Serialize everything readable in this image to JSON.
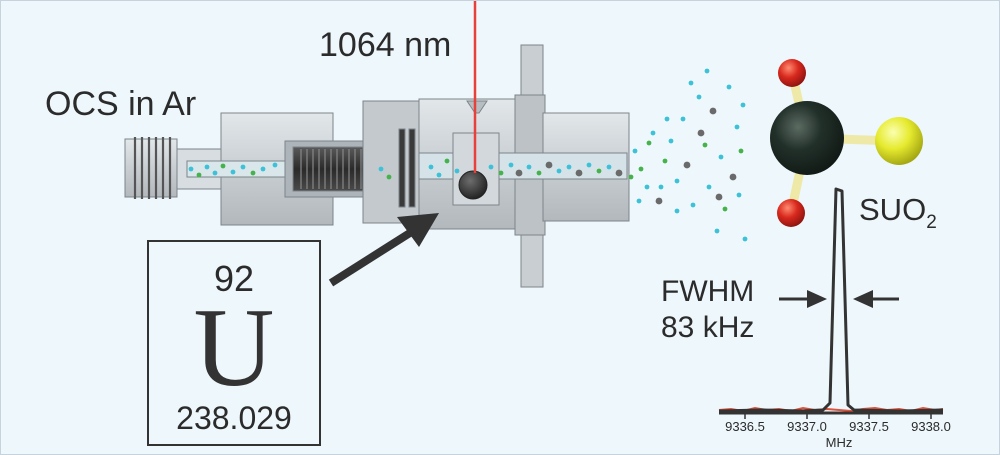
{
  "labels": {
    "laser_wavelength": "1064 nm",
    "gas_mixture": "OCS in Ar",
    "molecule_base": "SUO",
    "molecule_subscript": "2",
    "fwhm_title": "FWHM",
    "fwhm_value": "83 kHz"
  },
  "element_tile": {
    "atomic_number": "92",
    "symbol": "U",
    "atomic_mass": "238.029"
  },
  "spectrum_axis": {
    "ticks": [
      "9336.5",
      "9337.0",
      "9337.5",
      "9338.0"
    ],
    "unit_label": "MHz"
  },
  "colors": {
    "laser": "#e8403a",
    "uranium_atom": "#1e2a24",
    "oxygen_atom": "#d8281d",
    "sulfur_atom": "#e6ea2e",
    "bond": "#efe9a8",
    "particle_cyan": "#3cc2d8",
    "particle_green": "#45b24b",
    "particle_gray": "#6a6a6a",
    "spectrum_trace": "#333333",
    "baseline_noise": "#e0513a"
  }
}
